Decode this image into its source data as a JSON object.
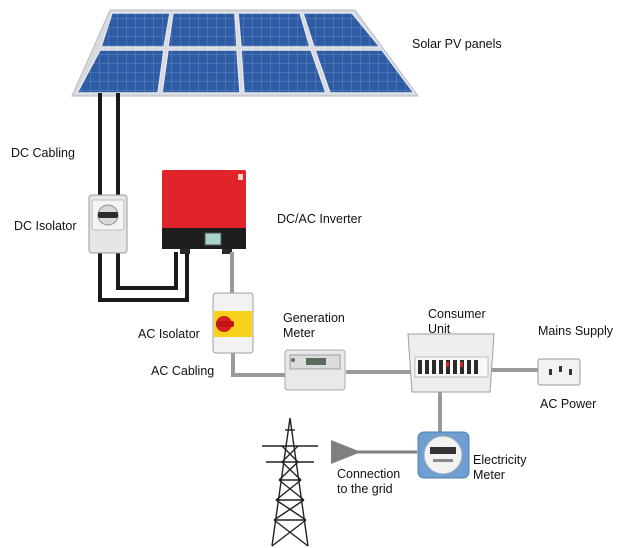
{
  "labels": {
    "solar_pv_panels": "Solar PV panels",
    "dc_cabling": "DC Cabling",
    "dc_isolator": "DC Isolator",
    "dc_ac_inverter": "DC/AC Inverter",
    "ac_isolator": "AC Isolator",
    "ac_cabling": "AC Cabling",
    "generation_meter_line1": "Generation",
    "generation_meter_line2": "Meter",
    "consumer_unit_line1": "Consumer",
    "consumer_unit_line2": "Unit",
    "mains_supply": "Mains Supply",
    "ac_power": "AC Power",
    "electricity_meter_line1": "Electricity",
    "electricity_meter_line2": "Meter",
    "connection_line1": "Connection",
    "connection_line2": "to the grid"
  },
  "colors": {
    "panel_cell": "#2f5fa8",
    "panel_frame": "#c9ccd2",
    "inverter_red": "#e0242a",
    "dc_cable": "#1a1a1a",
    "ac_cable": "#9a9a9a",
    "arrow": "#7f7f7f"
  }
}
